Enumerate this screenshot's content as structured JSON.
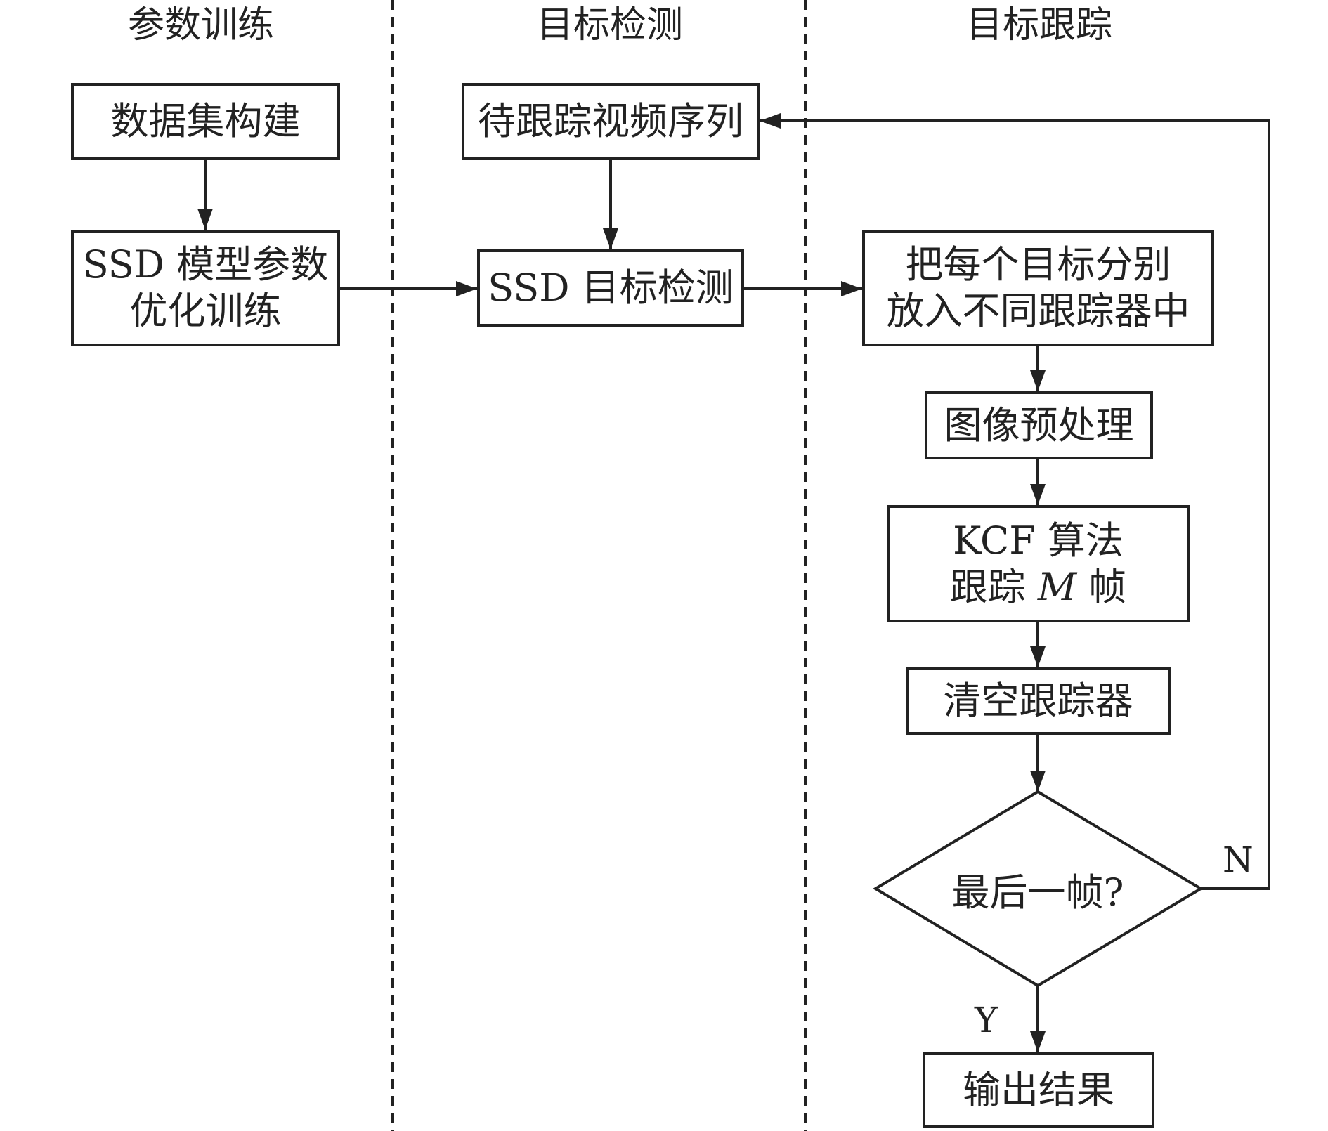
{
  "lanes": [
    {
      "title": "参数训练"
    },
    {
      "title": "目标检测"
    },
    {
      "title": "目标跟踪"
    }
  ],
  "nodes": {
    "dataset": "数据集构建",
    "ssd_train": [
      "SSD 模型参数",
      "优化训练"
    ],
    "video": "待跟踪视频序列",
    "ssd_detect": "SSD 目标检测",
    "assign": [
      "把每个目标分别",
      "放入不同跟踪器中"
    ],
    "preprocess": "图像预处理",
    "kcf": {
      "line1": "KCF 算法",
      "line2_prefix": "跟踪 ",
      "line2_var": "M",
      "line2_suffix": " 帧"
    },
    "clear": "清空跟踪器",
    "decision": "最后一帧?",
    "output": "输出结果"
  },
  "edge_labels": {
    "no": "N",
    "yes": "Y"
  }
}
